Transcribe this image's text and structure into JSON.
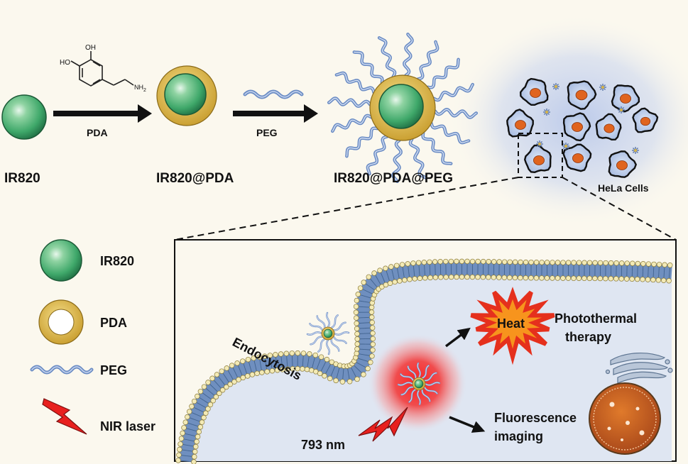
{
  "synthesis": {
    "step1_label": "PDA",
    "step2_label": "PEG",
    "product1": "IR820",
    "product2": "IR820@PDA",
    "product3": "IR820@PDA@PEG",
    "dopamine_amine": "NH",
    "dopamine_amine_sub": "2",
    "hydroxyl_1": "HO",
    "hydroxyl_2": "OH",
    "cells_label": "HeLa Cells"
  },
  "legend": {
    "items": [
      {
        "icon": "green-sphere-icon",
        "label": "IR820"
      },
      {
        "icon": "gold-ring-icon",
        "label": "PDA"
      },
      {
        "icon": "peg-wave-icon",
        "label": "PEG"
      },
      {
        "icon": "lightning-icon",
        "label": "NIR laser"
      }
    ]
  },
  "mechanism": {
    "endocytosis": "Endocytosis",
    "heat": "Heat",
    "ptt_line1": "Photothermal",
    "ptt_line2": "therapy",
    "fluor_line1": "Fluorescence",
    "fluor_line2": "imaging",
    "wavelength": "793 nm"
  },
  "colors": {
    "background": "#fbf8ee",
    "sphere_green": "#3fa86a",
    "pda_gold": "#d8b54a",
    "peg_blue": "#6b8cc4",
    "laser_red": "#e8201e",
    "membrane_head": "#f3eab6",
    "inner_panel": "#dfe6f2",
    "heat_star": "#e5301d",
    "heat_core": "#f7941d"
  }
}
